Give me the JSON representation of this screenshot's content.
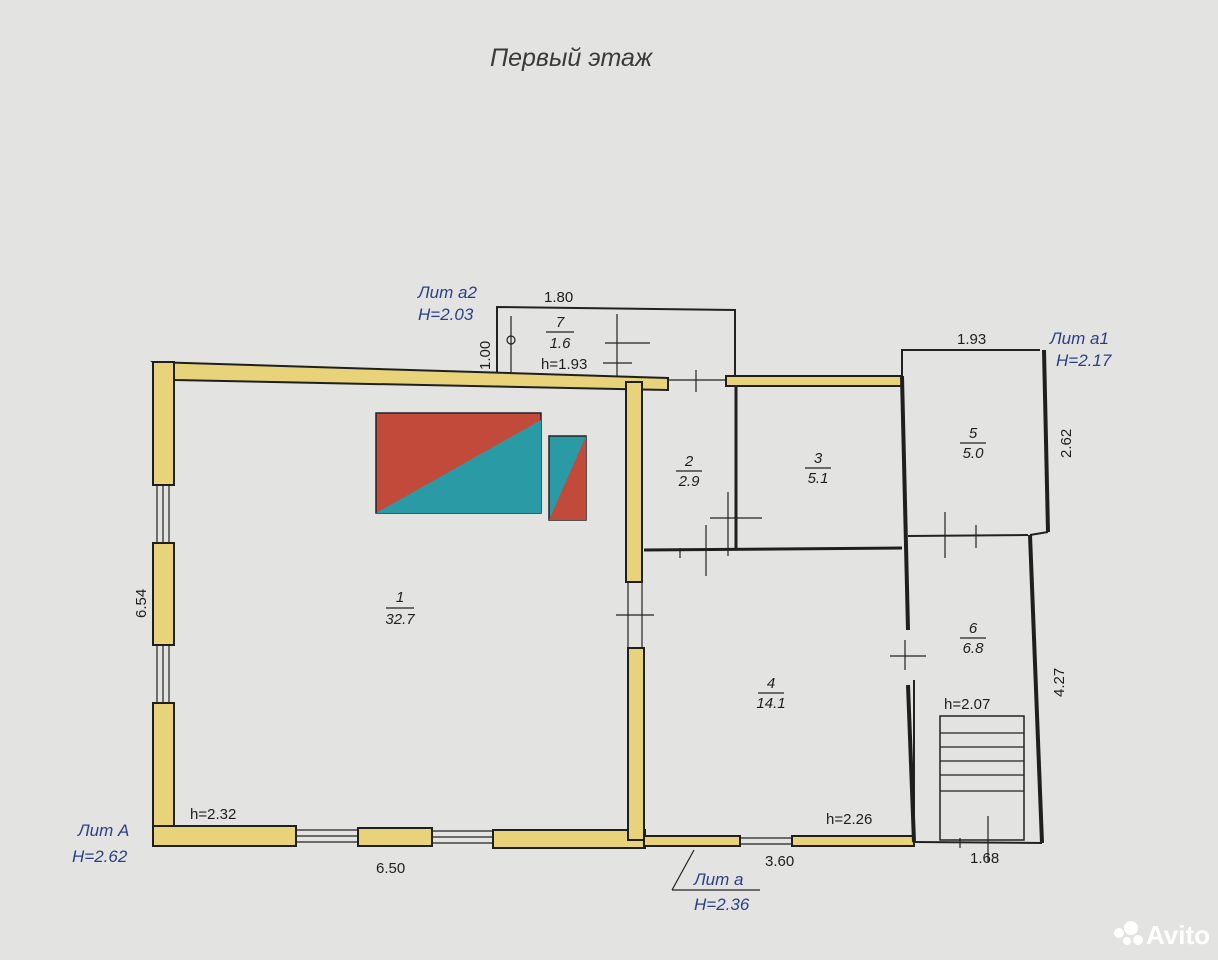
{
  "title": "Первый этаж",
  "rooms": [
    {
      "num": "1",
      "area": "32.7"
    },
    {
      "num": "2",
      "area": "2.9"
    },
    {
      "num": "3",
      "area": "5.1"
    },
    {
      "num": "4",
      "area": "14.1"
    },
    {
      "num": "5",
      "area": "5.0"
    },
    {
      "num": "6",
      "area": "6.8"
    },
    {
      "num": "7",
      "area": "1.6"
    }
  ],
  "dimensions": {
    "top_a2": "1.80",
    "side_a2": "1.00",
    "top_a1": "1.93",
    "side_a1": "2.62",
    "left_main": "6.54",
    "bottom_main": "6.50",
    "bottom_lit_a": "3.60",
    "right_porch": "4.27",
    "bottom_porch": "1.68"
  },
  "heights": {
    "h_room7": "h=1.93",
    "h_main": "h=2.32",
    "h_room4": "h=2.26",
    "h_stairs": "h=2.07"
  },
  "liters": {
    "a2_name": "Лит а2",
    "a2_h": "H=2.03",
    "a1_name": "Лит а1",
    "a1_h": "H=2.17",
    "A_name": "Лит А",
    "A_h": "H=2.62",
    "a_name": "Лит а",
    "a_h": "H=2.36"
  },
  "watermark": "Avito",
  "colors": {
    "background": "#e3e3e1",
    "wall_fill": "#e8d27a",
    "liter_text": "#2b3f86",
    "stove_red": "#c24a3a",
    "stove_teal": "#2a9aa5"
  }
}
